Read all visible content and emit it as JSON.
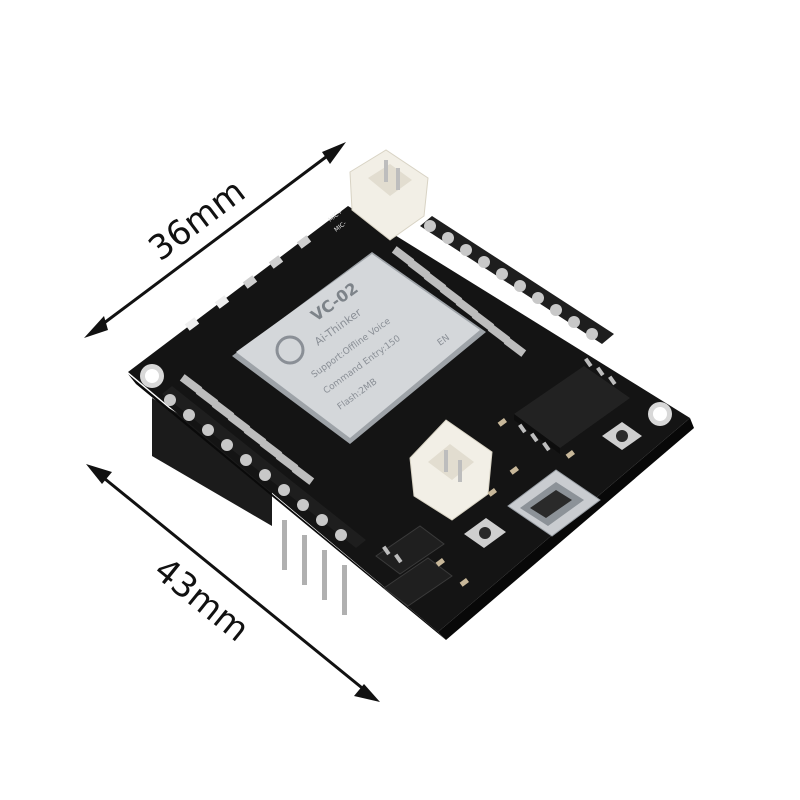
{
  "dimensions": {
    "width_label": "36mm",
    "length_label": "43mm"
  },
  "module": {
    "model": "VC-02",
    "brand": "Ai-Thinker",
    "line1": "Support:Offline Voice",
    "line2": "Command Entry:150",
    "line3": "Flash:2MB",
    "en_label": "EN"
  },
  "silkscreen": {
    "mic_plus": "MIC+",
    "mic_minus": "MIC-"
  },
  "colors": {
    "board": "#141414",
    "pin_gold": "#c8c8c8",
    "connector": "#f2efe6",
    "shield": "#d4d7da"
  }
}
